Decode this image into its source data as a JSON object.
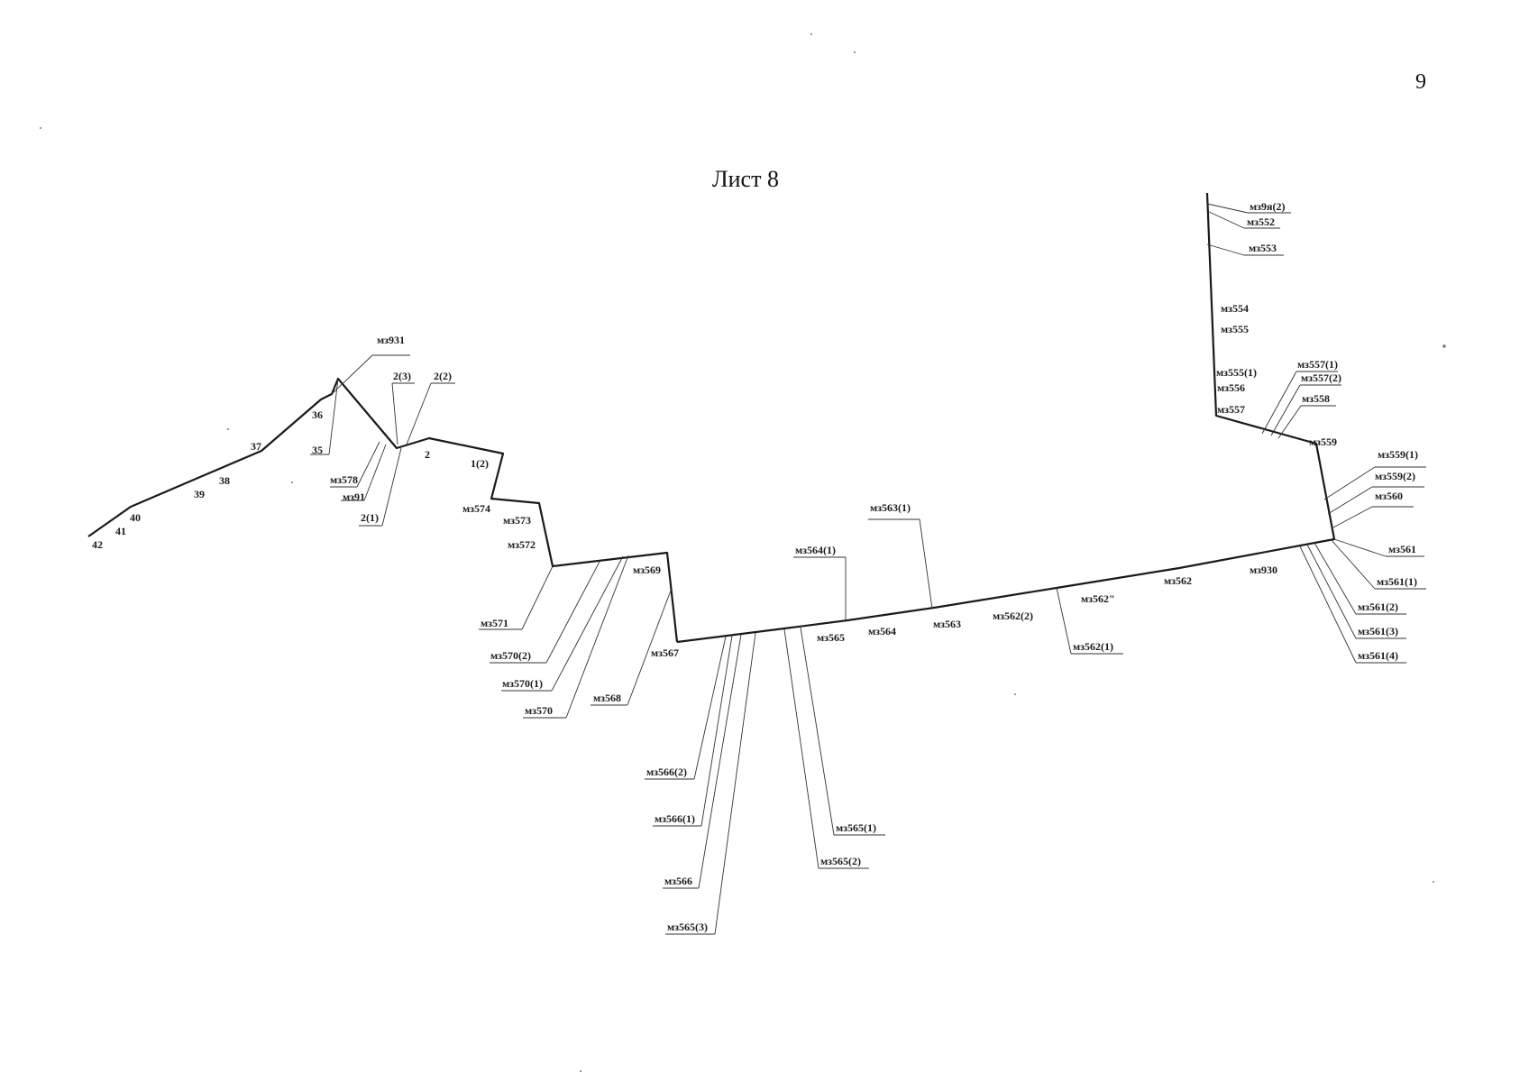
{
  "page_number": "9",
  "sheet_title": "Лист 8",
  "labels": {
    "l42": "42",
    "l41": "41",
    "l40": "40",
    "l39": "39",
    "l38": "38",
    "l37": "37",
    "l35": "35",
    "l36": "36",
    "m931": "мз931",
    "m578": "мз578",
    "m91": "мз91",
    "n2_1": "2(1)",
    "n2_3": "2(3)",
    "n2_2": "2(2)",
    "n2": "2",
    "n1_2": "1(2)",
    "m574": "мз574",
    "m573": "мз573",
    "m572": "мз572",
    "m571": "мз571",
    "m570_2": "мз570(2)",
    "m570_1": "мз570(1)",
    "m570": "мз570",
    "m569": "мз569",
    "m568": "мз568",
    "m567": "мз567",
    "m566_2": "мз566(2)",
    "m566_1": "мз566(1)",
    "m566": "мз566",
    "m565_3": "мз565(3)",
    "m565_1": "мз565(1)",
    "m565_2": "мз565(2)",
    "m565": "мз565",
    "m564_1": "мз564(1)",
    "m564": "мз564",
    "m563_1": "мз563(1)",
    "m563": "мз563",
    "m562_2": "мз562(2)",
    "m562q": "мз562\"",
    "m562_1": "мз562(1)",
    "m562": "мз562",
    "m930": "мз930",
    "m9x2": "мз9я(2)",
    "m552": "мз552",
    "m553": "мз553",
    "m554": "мз554",
    "m555": "мз555",
    "m555_1": "мз555(1)",
    "m556": "мз556",
    "m557": "мз557",
    "m557_1": "мз557(1)",
    "m557_2": "мз557(2)",
    "m558": "мз558",
    "m559": "мз559",
    "m559_1": "мз559(1)",
    "m559_2": "мз559(2)",
    "m560": "мз560",
    "m561": "мз561",
    "m561_1": "мз561(1)",
    "m561_2": "мз561(2)",
    "m561_3": "мз561(3)",
    "m561_4": "мз561(4)"
  }
}
